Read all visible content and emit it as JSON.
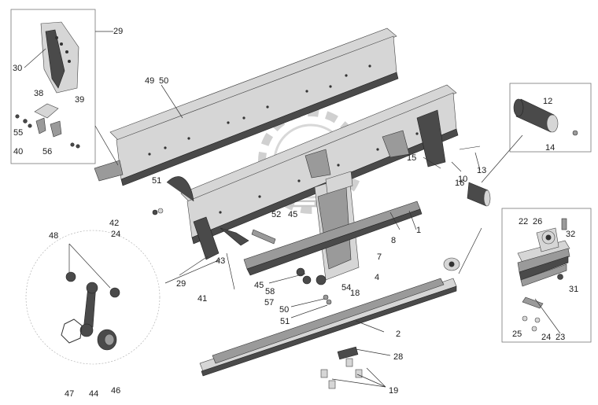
{
  "watermark": "OPEX",
  "callouts": [
    {
      "id": "c1",
      "text": "1"
    },
    {
      "id": "c2",
      "text": "2"
    },
    {
      "id": "c4",
      "text": "4"
    },
    {
      "id": "c7",
      "text": "7"
    },
    {
      "id": "c8",
      "text": "8"
    },
    {
      "id": "c10",
      "text": "10"
    },
    {
      "id": "c12",
      "text": "12"
    },
    {
      "id": "c13",
      "text": "13"
    },
    {
      "id": "c14",
      "text": "14"
    },
    {
      "id": "c15",
      "text": "15"
    },
    {
      "id": "c16",
      "text": "16"
    },
    {
      "id": "c18",
      "text": "18"
    },
    {
      "id": "c19",
      "text": "19"
    },
    {
      "id": "c22",
      "text": "22"
    },
    {
      "id": "c23",
      "text": "23"
    },
    {
      "id": "c24a",
      "text": "24"
    },
    {
      "id": "c24b",
      "text": "24"
    },
    {
      "id": "c25",
      "text": "25"
    },
    {
      "id": "c26",
      "text": "26"
    },
    {
      "id": "c28",
      "text": "28"
    },
    {
      "id": "c29a",
      "text": "29"
    },
    {
      "id": "c29b",
      "text": "29"
    },
    {
      "id": "c30",
      "text": "30"
    },
    {
      "id": "c31",
      "text": "31"
    },
    {
      "id": "c32",
      "text": "32"
    },
    {
      "id": "c38",
      "text": "38"
    },
    {
      "id": "c39",
      "text": "39"
    },
    {
      "id": "c40",
      "text": "40"
    },
    {
      "id": "c41",
      "text": "41"
    },
    {
      "id": "c42",
      "text": "42"
    },
    {
      "id": "c43",
      "text": "43"
    },
    {
      "id": "c44",
      "text": "44"
    },
    {
      "id": "c45a",
      "text": "45"
    },
    {
      "id": "c45b",
      "text": "45"
    },
    {
      "id": "c46",
      "text": "46"
    },
    {
      "id": "c47",
      "text": "47"
    },
    {
      "id": "c48",
      "text": "48"
    },
    {
      "id": "c49",
      "text": "49"
    },
    {
      "id": "c50a",
      "text": "50"
    },
    {
      "id": "c50b",
      "text": "50"
    },
    {
      "id": "c51a",
      "text": "51"
    },
    {
      "id": "c51b",
      "text": "51"
    },
    {
      "id": "c52",
      "text": "52"
    },
    {
      "id": "c54",
      "text": "54"
    },
    {
      "id": "c55",
      "text": "55"
    },
    {
      "id": "c56",
      "text": "56"
    },
    {
      "id": "c57",
      "text": "57"
    },
    {
      "id": "c58",
      "text": "58"
    }
  ]
}
